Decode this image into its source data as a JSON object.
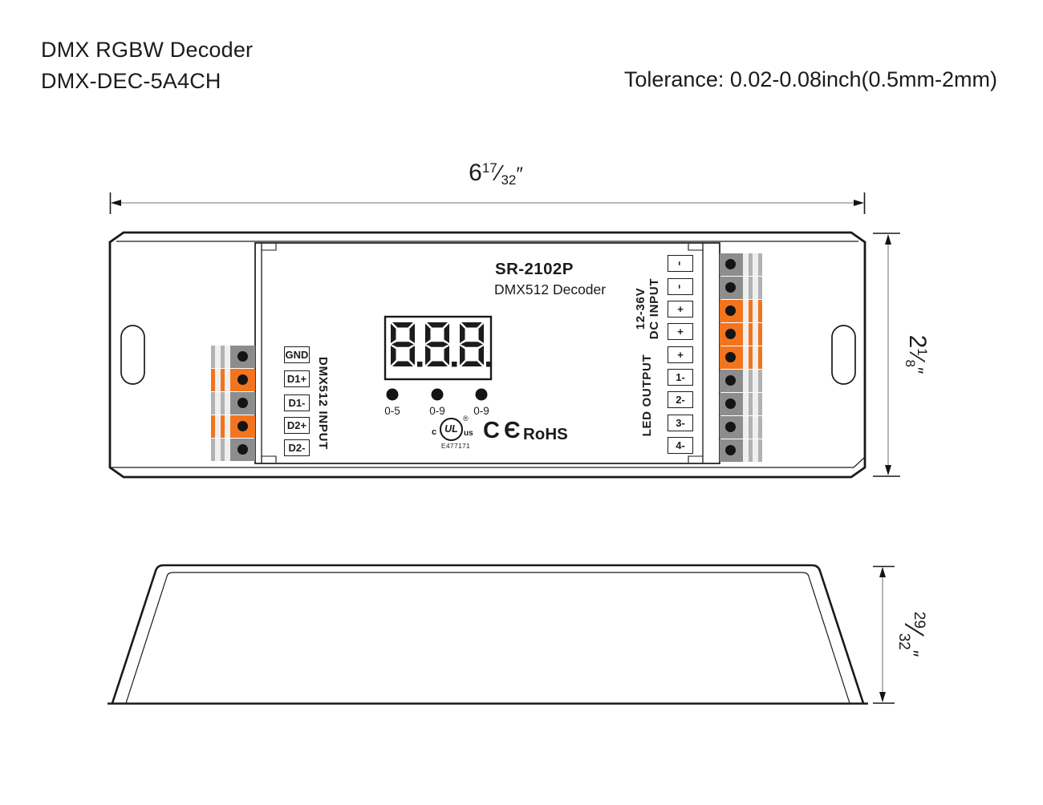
{
  "doc": {
    "product_name": "DMX RGBW Decoder",
    "model_code": "DMX-DEC-5A4CH",
    "tolerance_note": "Tolerance: 0.02-0.08inch(0.5mm-2mm)"
  },
  "dimensions": {
    "fraction_slash": "⁄",
    "width": {
      "whole": "6",
      "numerator": "17",
      "denominator": "32",
      "unit": "″"
    },
    "height": {
      "whole": "2",
      "numerator": "1",
      "denominator": "8",
      "unit": "″"
    },
    "depth": {
      "whole": "",
      "numerator": "29",
      "denominator": "32",
      "unit": "″"
    }
  },
  "top_view": {
    "model": "SR-2102P",
    "subtitle": "DMX512 Decoder",
    "display_value": "888",
    "buttons": [
      "0-5",
      "0-9",
      "0-9"
    ],
    "dmx_input": {
      "label": "DMX512 INPUT",
      "terminals": [
        "GND",
        "D1+",
        "D1-",
        "D2+",
        "D2-"
      ],
      "row_colors": [
        "gray",
        "orange",
        "gray",
        "orange",
        "gray"
      ]
    },
    "right_panel": {
      "dc_label_line1": "12-36V",
      "dc_label_line2": "DC INPUT",
      "led_label": "LED OUTPUT",
      "terminals": [
        "-",
        "-",
        "+",
        "+",
        "+",
        "1-",
        "2-",
        "3-",
        "4-"
      ],
      "row_colors": [
        "gray",
        "gray",
        "orange",
        "orange",
        "orange",
        "gray",
        "gray",
        "gray",
        "gray"
      ]
    },
    "certifications": {
      "ul_prefix": "c",
      "ul_mark": "UL",
      "ul_suffix": "us",
      "ul_registered": "®",
      "ul_file_number": "E477171",
      "ce_mark": "CЄ",
      "rohs": "RoHS"
    }
  },
  "colors": {
    "orange": "#F2741E",
    "gray_light": "#B2B2B2",
    "gray_dark": "#8D8D8D",
    "stripe_white": "#EFEFEF",
    "line": "#1A1A1A",
    "dim_line": "#8F8F8F"
  }
}
